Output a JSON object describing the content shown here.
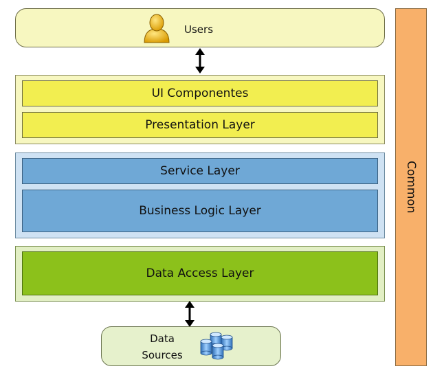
{
  "users": {
    "label": "Users"
  },
  "presentation": {
    "ui_components": "UI Componentes",
    "presentation_layer": "Presentation Layer"
  },
  "business": {
    "service_layer": "Service Layer",
    "business_logic_layer": "Business Logic Layer"
  },
  "data": {
    "data_access_layer": "Data Access Layer"
  },
  "data_sources": {
    "line1": "Data",
    "line2": "Sources"
  },
  "common": {
    "label": "Common"
  },
  "colors": {
    "users_fill": "#f7f7c0",
    "presentation_layer": "#f2ee50",
    "business_layer": "#6fa8d6",
    "data_access_layer": "#8cc11b",
    "common_fill": "#f8b06a"
  },
  "icons": {
    "users": "user-icon",
    "data_sources": "database-icon"
  }
}
